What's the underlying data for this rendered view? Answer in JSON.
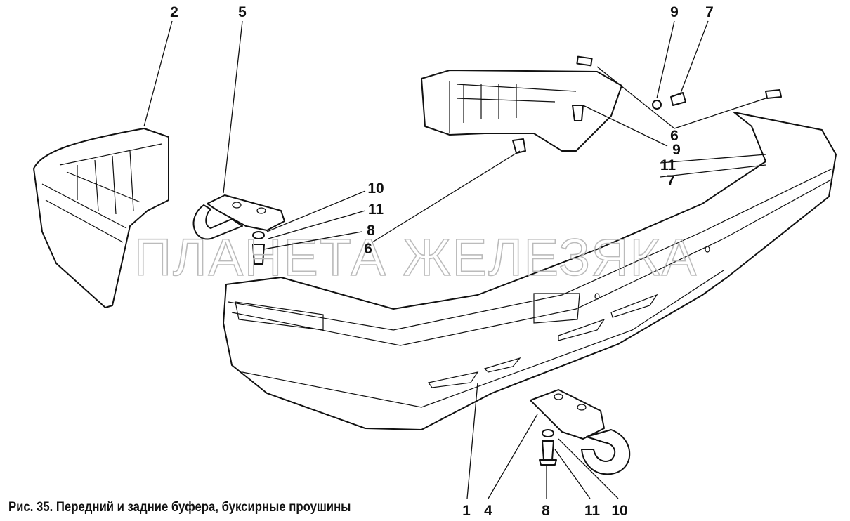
{
  "figure": {
    "caption": "Рис. 35. Передний и задние буфера, буксирные проушины",
    "watermark": "ПЛАНЕТА ЖЕЛЕЗЯКА",
    "labels": {
      "top_2": "2",
      "top_5": "5",
      "top_9": "9",
      "top_7": "7",
      "mid_10": "10",
      "mid_11": "11",
      "mid_8": "8",
      "mid_6": "6",
      "right_6": "6",
      "right_9": "9",
      "right_11": "11",
      "right_7": "7",
      "bottom_1": "1",
      "bottom_4": "4",
      "bottom_8": "8",
      "bottom_11": "11",
      "bottom_10": "10"
    }
  }
}
